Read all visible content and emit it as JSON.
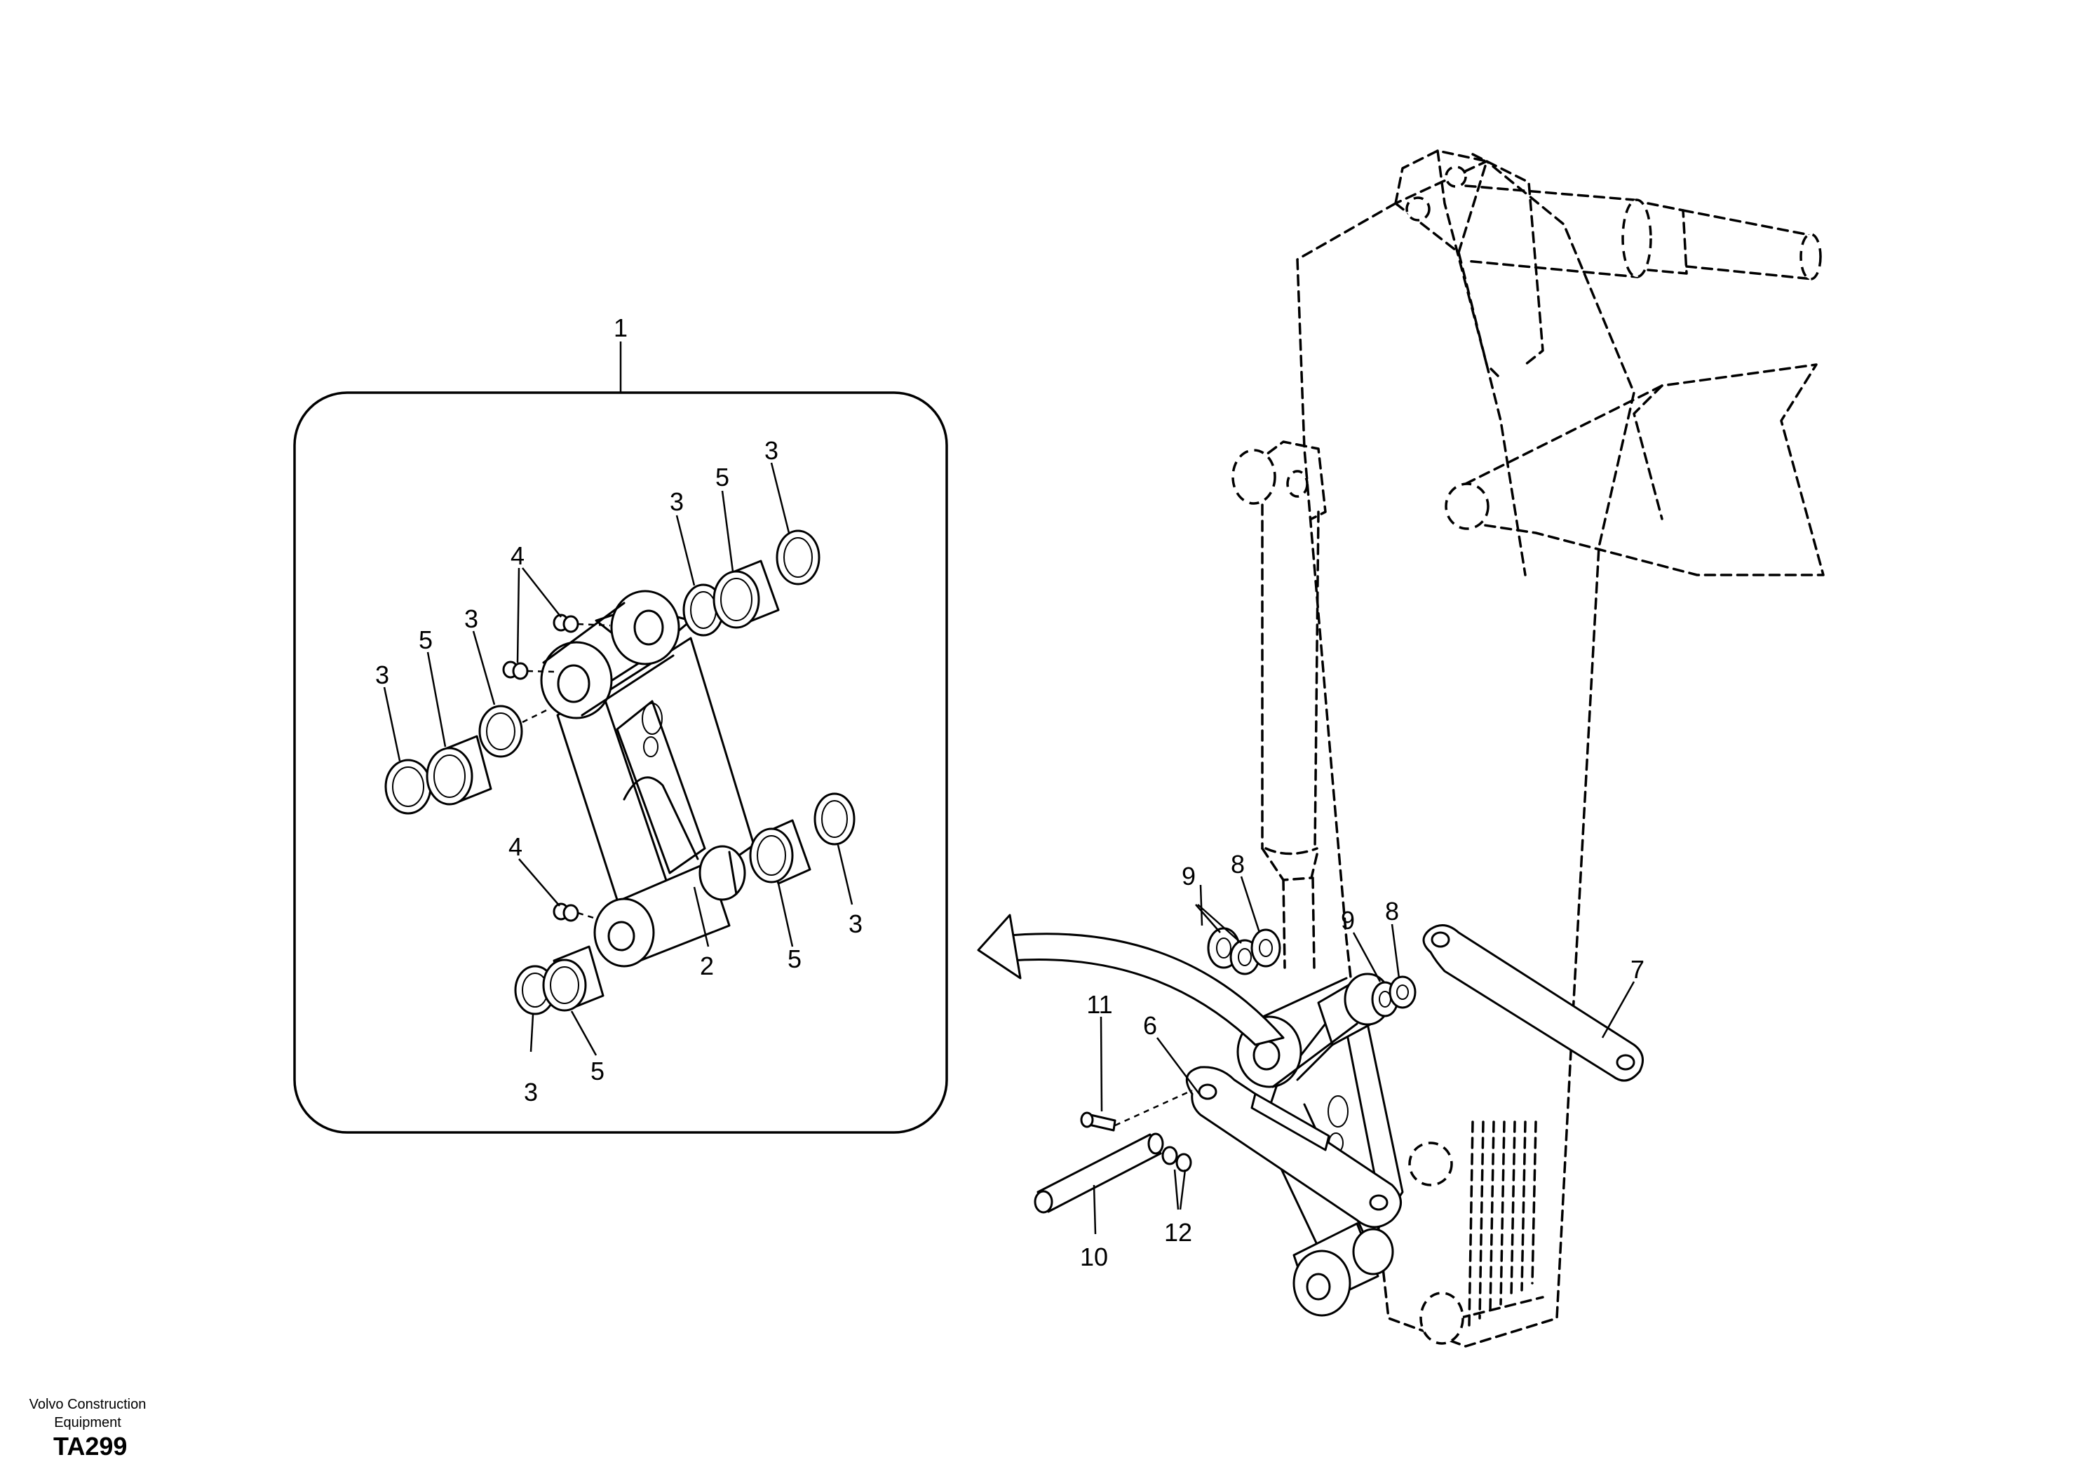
{
  "diagram": {
    "callouts": {
      "c1": "1",
      "c2": "2",
      "c3a": "3",
      "c3b": "3",
      "c3c": "3",
      "c3d": "3",
      "c3e": "3",
      "c3f": "3",
      "c4a": "4",
      "c4b": "4",
      "c5a": "5",
      "c5b": "5",
      "c5c": "5",
      "c5d": "5",
      "c6": "6",
      "c7": "7",
      "c8a": "8",
      "c8b": "8",
      "c9a": "9",
      "c9b": "9",
      "c10": "10",
      "c11": "11",
      "c12": "12"
    }
  },
  "footer": {
    "brand_line1": "Volvo Construction",
    "brand_line2": "Equipment",
    "code": "TA299"
  }
}
